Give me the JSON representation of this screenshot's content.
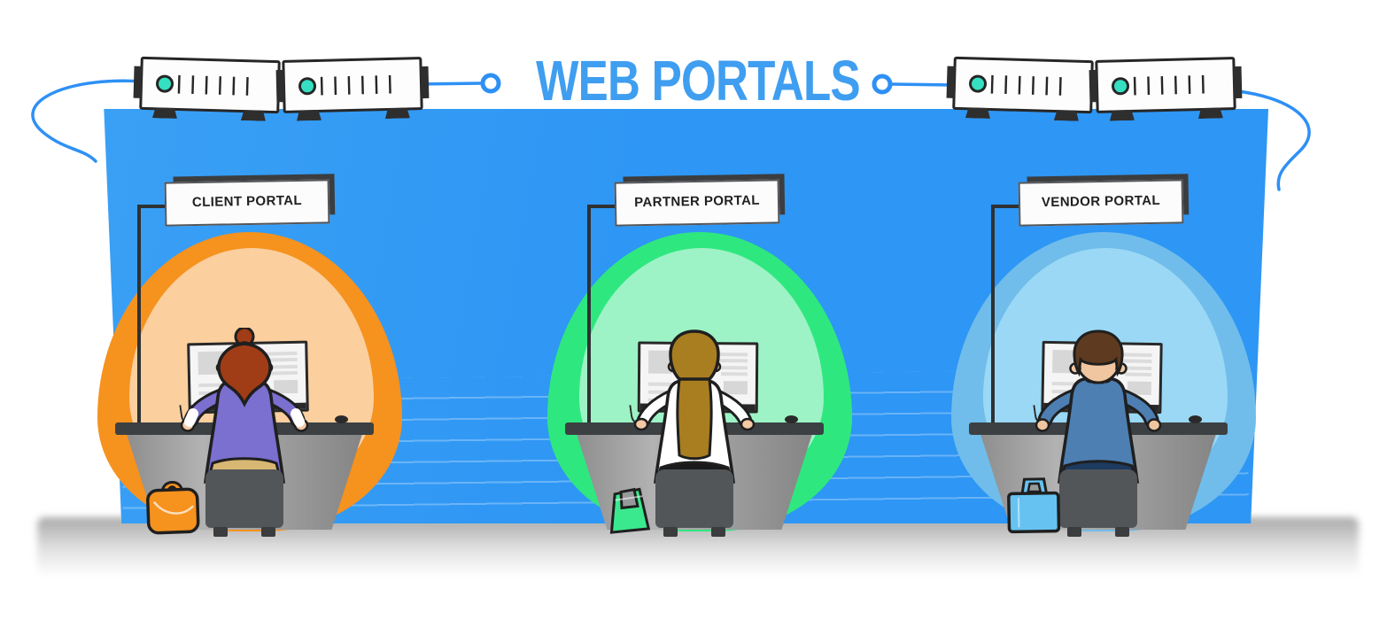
{
  "title": "WEB PORTALS",
  "colors": {
    "panel": "#2e96f4",
    "panel_light": "#3aa0f5",
    "title": "#3f9ef0",
    "connector": "#2e90f5",
    "desk_top": "#3c4043",
    "desk_front": "#9d9d9d",
    "chair": "#535659",
    "led": "#35e0c2",
    "sign_frame": "#3b3d3f",
    "shadow": "#a8a8a8"
  },
  "icons": {
    "vents": "||||||",
    "power_led": "power-led",
    "connector_node": "circle-node"
  },
  "servers": {
    "left_group_units": 2,
    "right_group_units": 2
  },
  "portals": [
    {
      "id": "client",
      "label": "CLIENT PORTAL",
      "blob_outer": "#f6921e",
      "blob_inner": "#fbcf9e",
      "bag_color": "#f6921e",
      "person": {
        "hair": "#a03c16",
        "shirt": "#7b6fd0",
        "skin": "#f5c9a4",
        "bottom": "#d8b773",
        "hair_tie": "#4b3fae"
      }
    },
    {
      "id": "partner",
      "label": "PARTNER PORTAL",
      "blob_outer": "#2ee87f",
      "blob_inner": "#9df3c6",
      "bag_color": "#3ae98e",
      "person": {
        "hair": "#a87e20",
        "shirt": "#ffffff",
        "skin": "#f5c9a4",
        "bottom": "#1a1a1a"
      }
    },
    {
      "id": "vendor",
      "label": "VENDOR PORTAL",
      "blob_outer": "#70bdeb",
      "blob_inner": "#9ad8f5",
      "bag_color": "#66c3f1",
      "person": {
        "hair": "#5e3b20",
        "shirt": "#4d7fb2",
        "skin": "#f0c6a0",
        "bottom": "#1d3a5f"
      }
    }
  ]
}
